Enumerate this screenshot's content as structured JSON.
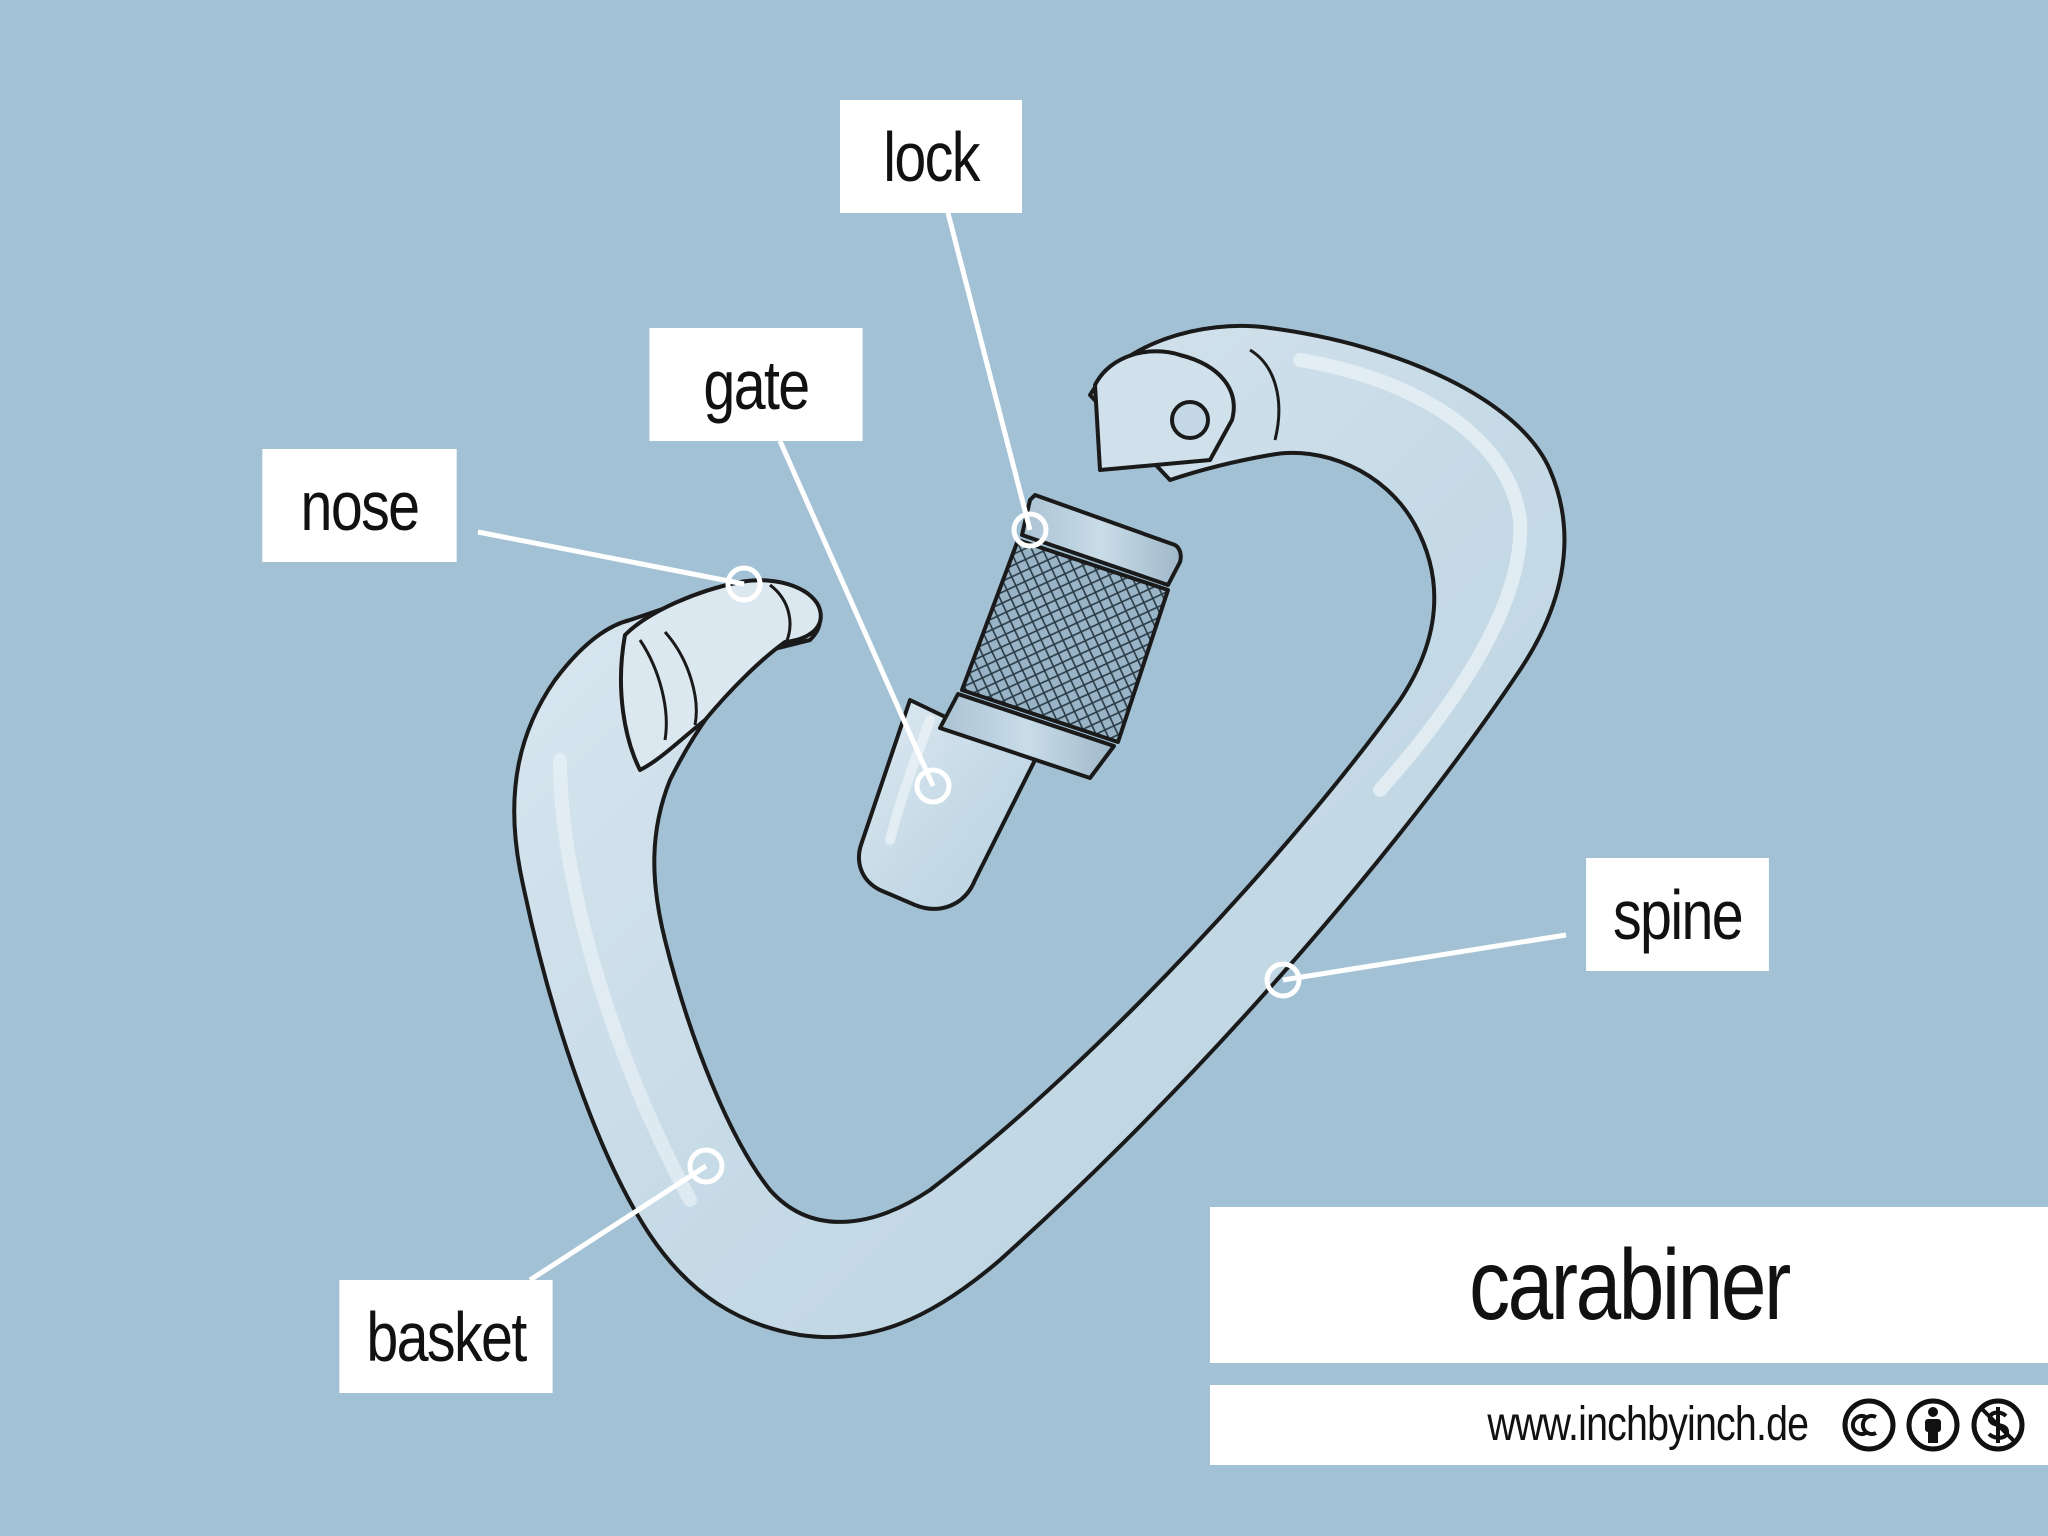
{
  "labels": {
    "lock": "lock",
    "gate": "gate",
    "nose": "nose",
    "spine": "spine",
    "basket": "basket"
  },
  "title": "carabiner",
  "footer": {
    "url": "www.inchbyinch.de",
    "license_icons": [
      "cc-icon",
      "attribution-icon",
      "noncommercial-icon"
    ]
  },
  "colors": {
    "background": "#a2c1d5",
    "label_background": "#ffffff",
    "metal_light": "#d7e6ef",
    "metal_shade": "#b8d0df",
    "outline": "#1a1a1a",
    "leader_line": "#ffffff"
  }
}
